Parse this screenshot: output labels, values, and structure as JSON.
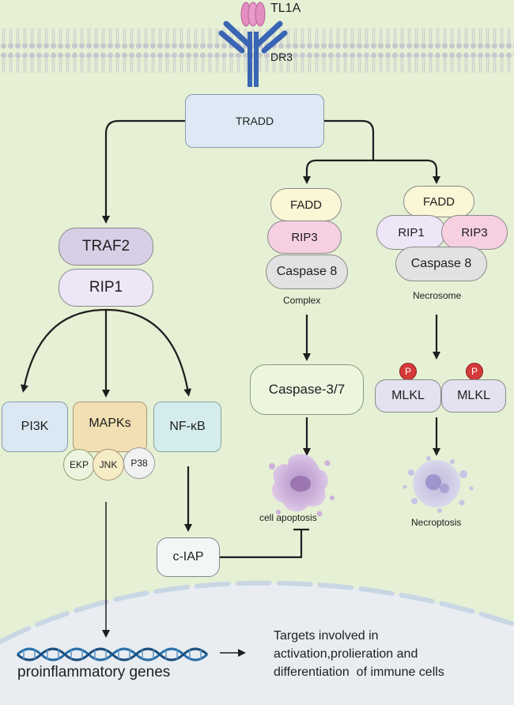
{
  "ligand": {
    "name": "TL1A"
  },
  "receptor": {
    "name": "DR3"
  },
  "adaptor": {
    "name": "TRADD"
  },
  "left_branch": {
    "traf2": "TRAF2",
    "rip1": "RIP1",
    "pi3k": "PI3K",
    "mapks": "MAPKs",
    "nfkb": "NF-κB",
    "mapk_members": [
      "EKP",
      "JNK",
      "P38"
    ],
    "ciap": "c-IAP"
  },
  "apoptosis_branch": {
    "fadd": "FADD",
    "rip3": "RIP3",
    "caspase8": "Caspase 8",
    "complex_label": "Complex",
    "caspase37": "Caspase-3/7",
    "outcome": "cell apoptosis"
  },
  "necroptosis_branch": {
    "fadd": "FADD",
    "rip1": "RIP1",
    "rip3": "RIP3",
    "caspase8": "Caspase 8",
    "necrosome_label": "Necrosome",
    "phospho": "P",
    "mlkl": "MLKL",
    "outcome": "Necroptosis"
  },
  "nucleus": {
    "genes_label": "proinflammatory genes",
    "targets_lines": [
      "Targets involved in",
      "activation,prolieration and",
      "differentiation  of immune cells"
    ]
  },
  "colors": {
    "background": "#e6f0d4",
    "tradd": "#dde9f4",
    "traf2": "#d6cfe6",
    "rip1": "#ece6f7",
    "pi3k": "#d9e8f2",
    "mapks": "#f2dfb3",
    "nfkb": "#d5ecec",
    "fadd": "#fbf6d6",
    "rip3": "#f6cfe1",
    "caspase8": "#e2e2e2",
    "caspase37": "#ecf5de",
    "mlkl": "#e4e1f0",
    "phospho": "#d43a3a",
    "nucleus": "#e9edf2",
    "dna": "#2a6fa8"
  }
}
